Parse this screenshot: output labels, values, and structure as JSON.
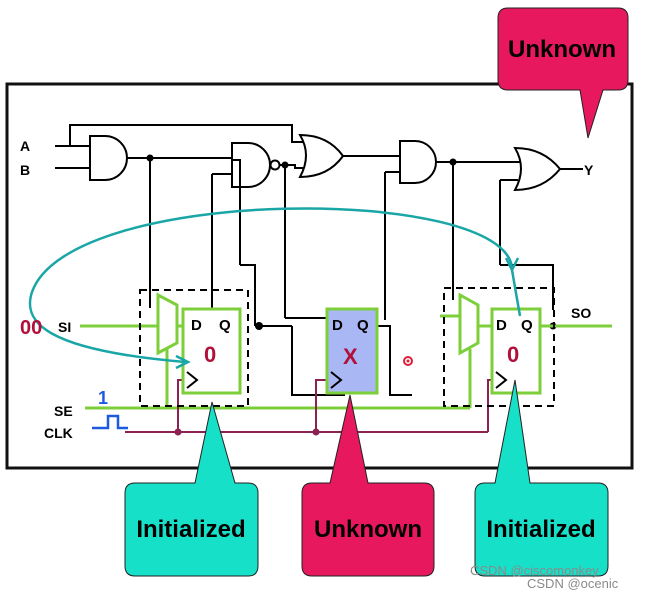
{
  "callouts": {
    "top": "Unknown",
    "left": "Initialized",
    "middle": "Unknown",
    "right": "Initialized"
  },
  "inputs": {
    "a": "A",
    "b": "B",
    "si": "SI",
    "se": "SE",
    "clk": "CLK"
  },
  "outputs": {
    "y": "Y",
    "so": "SO"
  },
  "values": {
    "si_value": "00",
    "se_value": "1"
  },
  "flops": {
    "left": {
      "d": "D",
      "q": "Q",
      "state": "0"
    },
    "middle": {
      "d": "D",
      "q": "Q",
      "state": "X"
    },
    "right": {
      "d": "D",
      "q": "Q",
      "state": "0"
    }
  },
  "watermarks": {
    "line1": "CSDN @ciscomonkey",
    "line2": "CSDN @ocenic"
  },
  "colors": {
    "wire": "#000000",
    "scan_wire": "#7ccf3a",
    "clock_wire": "#8b2252",
    "teal_path": "#1aa6a6",
    "callout_pink": "#e8185f",
    "callout_teal": "#17e0c8",
    "unknown_flop_fill": "#a9b8f5",
    "value_red": "#b0103a"
  }
}
